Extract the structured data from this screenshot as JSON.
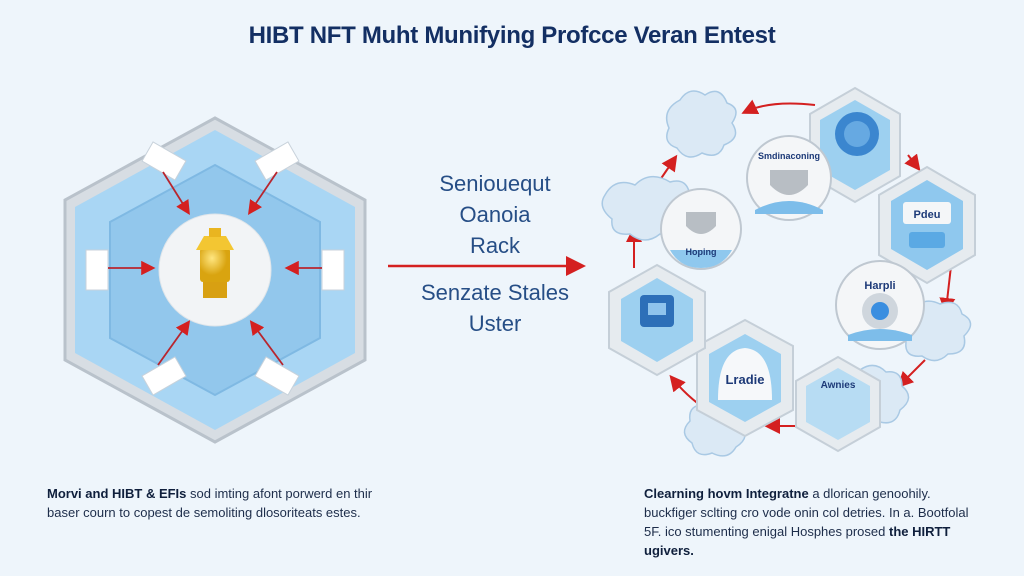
{
  "title": "HIBT NFT Muht Munifying Profcce Veran Entest",
  "middle_text": {
    "lines_top": [
      "Seniouequt",
      "Oanoia",
      "Rack"
    ],
    "lines_bottom": [
      "Senzate Stales",
      "Uster"
    ]
  },
  "cycle_labels": {
    "top_circle": "Smdinaconing",
    "left_circle": "Hoping",
    "right_hex": "Pdeu",
    "right_circle": "Harpli",
    "bottom_center_hex": "Lradie",
    "bottom_right_hex": "Awnies"
  },
  "captions": {
    "left": {
      "bold": "Morvi and HIBT & EFIs",
      "rest": " sod imting afont porwerd en thir baser courn to copest de semoliting dlosoriteats estes."
    },
    "right": {
      "bold": "Clearning hovm Integratne",
      "rest": " a dlorican genoohily. buckfiger sclting cro vode onin col detries. In a. Bootfolal 5F. ico stumenting enigal Hosphes prosed ",
      "bold_end": "the HIRTT ugivers."
    }
  },
  "colors": {
    "accent_red": "#d42020",
    "hex_blue": "#8fc8ee",
    "title": "#132f63"
  }
}
